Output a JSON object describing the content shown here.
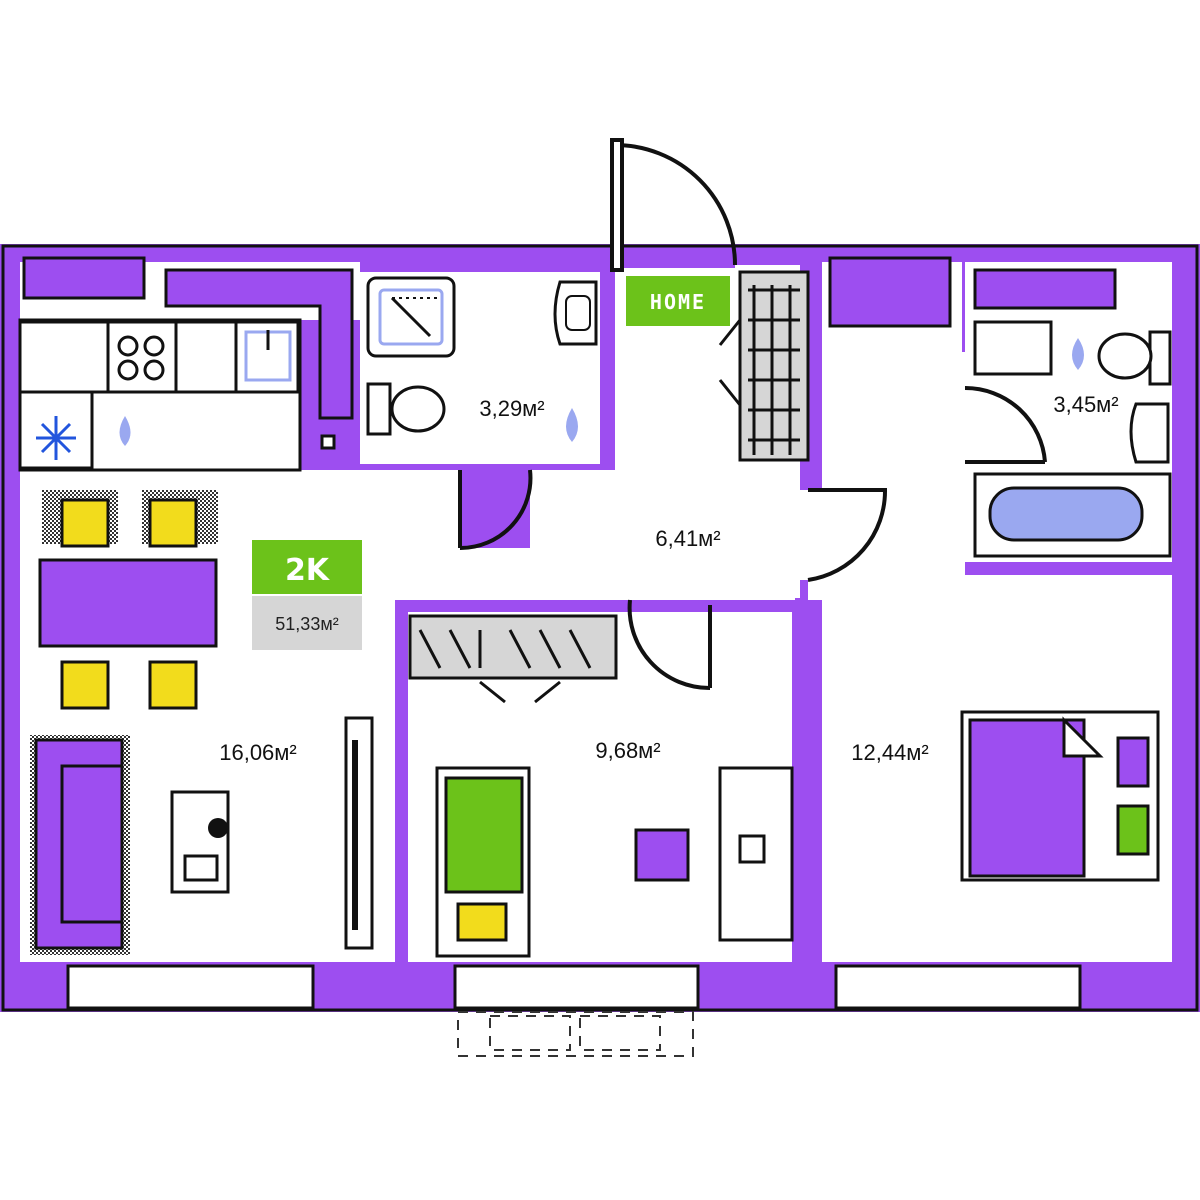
{
  "plan": {
    "apartment_type": "2K",
    "total_area": "51,33м²",
    "entrance_sign": "HOME",
    "rooms": [
      {
        "id": "living-kitchen",
        "area": "16,06м²"
      },
      {
        "id": "bathroom-1",
        "area": "3,29м²"
      },
      {
        "id": "hallway",
        "area": "6,41м²"
      },
      {
        "id": "bedroom-small",
        "area": "9,68м²"
      },
      {
        "id": "bedroom-large",
        "area": "12,44м²"
      },
      {
        "id": "bathroom-2",
        "area": "3,45м²"
      }
    ]
  },
  "colors": {
    "wall": "#9d4ef0",
    "accent_green": "#6cc21a",
    "accent_yellow": "#f2dc1c",
    "furniture_gray": "#d6d6d6",
    "line": "#111111",
    "water": "#9aa8f0"
  }
}
